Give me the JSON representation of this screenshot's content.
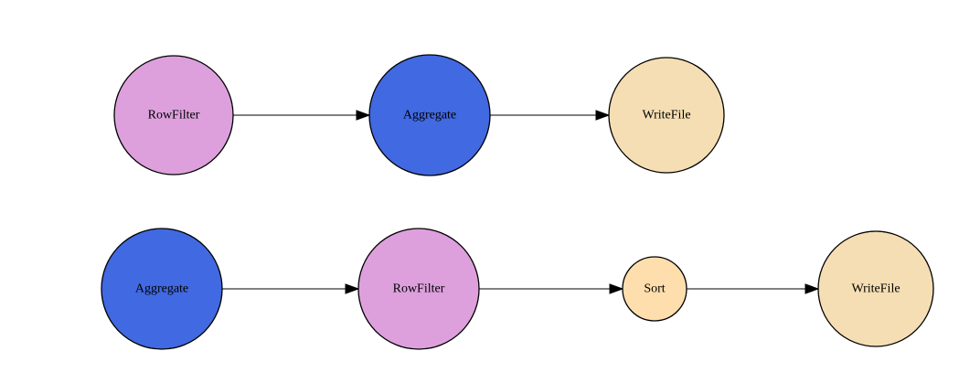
{
  "diagram": {
    "rows": [
      {
        "nodes": [
          {
            "id": "r1-rowfilter",
            "label": "RowFilter",
            "color": "#dda0dd"
          },
          {
            "id": "r1-aggregate",
            "label": "Aggregate",
            "color": "#4169e1"
          },
          {
            "id": "r1-writefile",
            "label": "WriteFile",
            "color": "#f5deb3"
          }
        ],
        "edges": [
          {
            "from": "r1-rowfilter",
            "to": "r1-aggregate"
          },
          {
            "from": "r1-aggregate",
            "to": "r1-writefile"
          }
        ]
      },
      {
        "nodes": [
          {
            "id": "r2-aggregate",
            "label": "Aggregate",
            "color": "#4169e1"
          },
          {
            "id": "r2-rowfilter",
            "label": "RowFilter",
            "color": "#dda0dd"
          },
          {
            "id": "r2-sort",
            "label": "Sort",
            "color": "#ffdead"
          },
          {
            "id": "r2-writefile",
            "label": "WriteFile",
            "color": "#f5deb3"
          }
        ],
        "edges": [
          {
            "from": "r2-aggregate",
            "to": "r2-rowfilter"
          },
          {
            "from": "r2-rowfilter",
            "to": "r2-sort"
          },
          {
            "from": "r2-sort",
            "to": "r2-writefile"
          }
        ]
      }
    ]
  }
}
